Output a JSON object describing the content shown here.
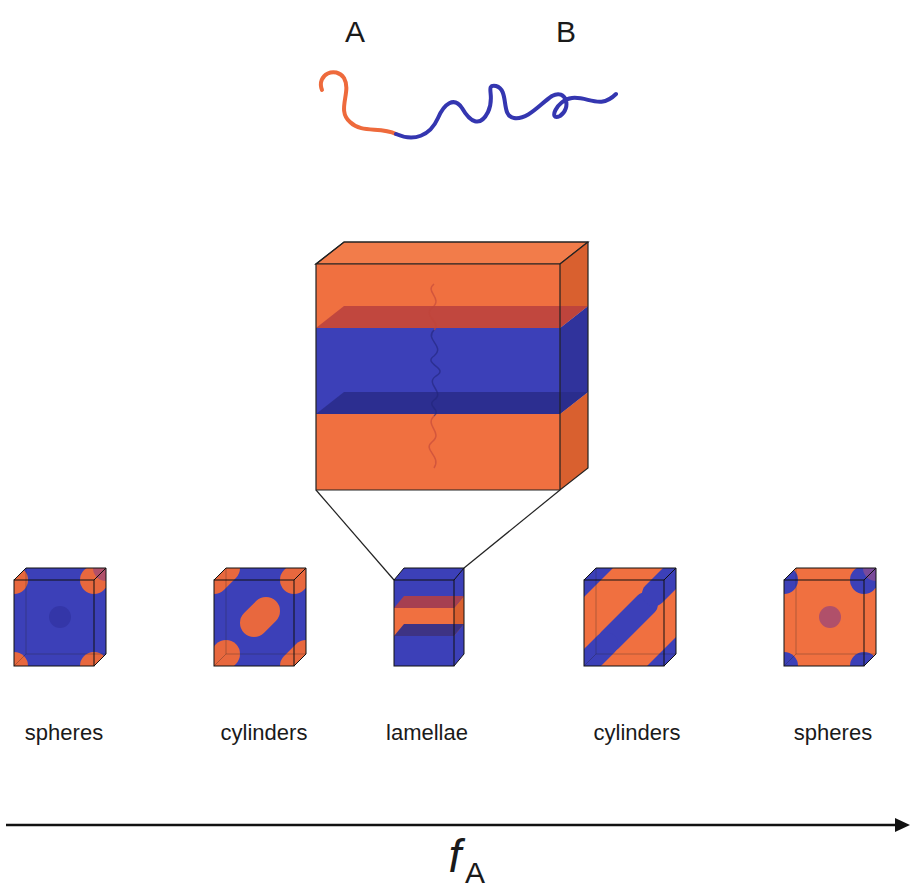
{
  "diagram": {
    "labels": [
      "A",
      "B",
      "spheres",
      "cylinders",
      "lamellae",
      "cylinders",
      "spheres",
      "f",
      "A"
    ]
  }
}
